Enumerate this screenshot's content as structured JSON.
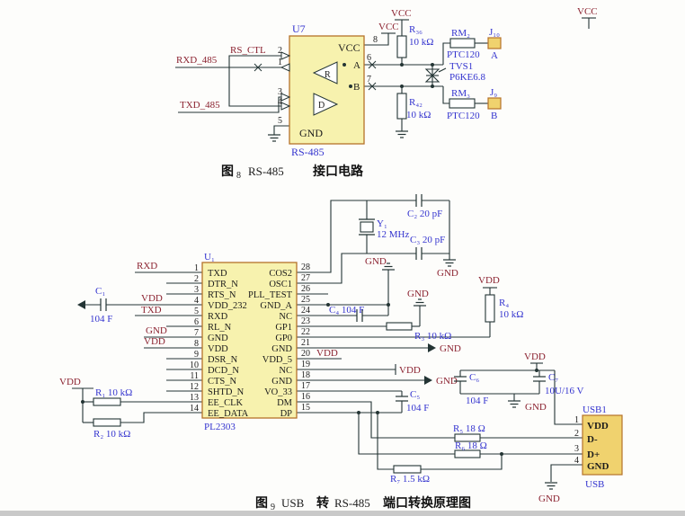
{
  "fig8": {
    "cap_fig": "图",
    "cap_num": "8",
    "cap_text": "RS-485",
    "cap_text2": "接口电路",
    "u7": "U7",
    "chip_name": "RS-485",
    "vcc": "VCC",
    "gnd": "GND",
    "a": "A",
    "b": "B",
    "r": "R",
    "d": "D",
    "rs_ctl": "RS_CTL",
    "rxd_485": "RXD_485",
    "txd_485": "TXD_485",
    "r36": "R₃₆",
    "r36_val": "10 kΩ",
    "r42": "R₄₂",
    "r42_val": "10 kΩ",
    "rm2": "RM₂",
    "rm3": "RM₃",
    "ptc120": "PTC120",
    "j10": "J₁₀",
    "j9": "J₉",
    "tvs1": "TVS1",
    "tvs1_val": "P6KE6.8",
    "nums": [
      "1",
      "2",
      "3",
      "4",
      "5",
      "6",
      "7",
      "8"
    ]
  },
  "fig9": {
    "cap_fig": "图",
    "cap_num": "9",
    "cap_usb": "USB",
    "cap_zhuan": "转",
    "cap_rs": "RS-485",
    "cap_rest": "端口转换原理图",
    "u1": "U₁",
    "pl2303": "PL2303",
    "left_nums": [
      "1",
      "2",
      "3",
      "4",
      "5",
      "6",
      "7",
      "8",
      "9",
      "10",
      "11",
      "12",
      "13",
      "14"
    ],
    "left_names": [
      "TXD",
      "DTR_N",
      "RTS_N",
      "VDD_232",
      "RXD",
      "RL_N",
      "GND",
      "VDD",
      "DSR_N",
      "DCD_N",
      "CTS_N",
      "SHTD_N",
      "EE_CLK",
      "EE_DATA"
    ],
    "right_nums": [
      "28",
      "27",
      "26",
      "25",
      "24",
      "23",
      "22",
      "21",
      "20",
      "19",
      "18",
      "17",
      "16",
      "15"
    ],
    "right_names": [
      "COS2",
      "OSC1",
      "PLL_TEST",
      "GND_A",
      "NC",
      "GP1",
      "GP0",
      "GND",
      "VDD_5",
      "NC",
      "GND",
      "VO_33",
      "DM",
      "DP"
    ],
    "rxd": "RXD",
    "txd": "TXD",
    "vdd": "VDD",
    "gnd": "GND",
    "c1": "C₁",
    "c1_val": "104 F",
    "r1_lbl": "R₁ 10 kΩ",
    "r2_lbl": "R₂ 10 kΩ",
    "y1": "Y₁",
    "y1_val": "12 MHz",
    "c2_lbl": "C₂ 20 pF",
    "c3_lbl": "C₃ 20 pF",
    "c4_lbl": "C₄ 104 F",
    "r3_lbl": "R₃ 10 kΩ",
    "r4": "R₄",
    "r4_val": "10 kΩ",
    "c5": "C₅",
    "c5_val": "104 F",
    "c6": "C₆",
    "c6_val": "104 F",
    "c7": "C₇",
    "c7_val": "10U/16 V",
    "r5_lbl": "R₅ 18 Ω",
    "r6_lbl": "R₆ 18 Ω",
    "r7_lbl": "R₇ 1.5 kΩ",
    "usb1": "USB1",
    "usb": "USB",
    "usb_nums": [
      "1",
      "2",
      "3",
      "4"
    ],
    "usb_names": [
      "VDD",
      "D-",
      "D+",
      "GND"
    ]
  }
}
